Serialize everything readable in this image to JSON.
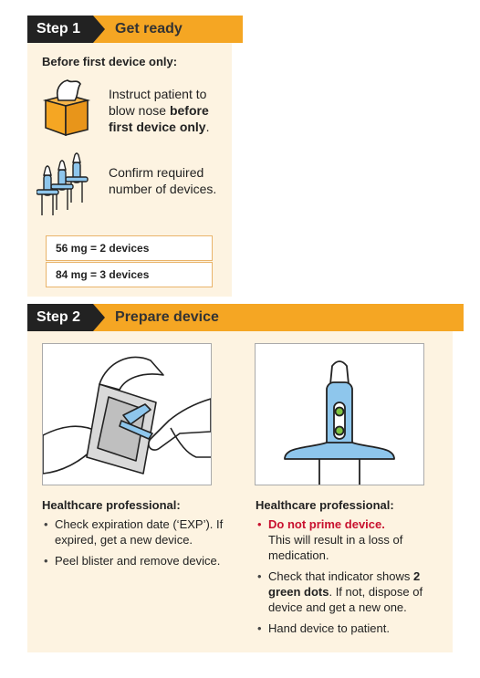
{
  "step1": {
    "badge": "Step 1",
    "title": "Get ready",
    "subhead": "Before first device only:",
    "instruction1": {
      "pre": "Instruct patient to blow nose ",
      "bold": "before first device only",
      "post": "."
    },
    "instruction2": "Confirm required number of devices.",
    "doses": [
      "56 mg = 2 devices",
      "84 mg = 3 devices"
    ]
  },
  "step2": {
    "badge": "Step 2",
    "title": "Prepare device",
    "left": {
      "subhead": "Healthcare professional:",
      "bullets": [
        "Check expiration date (‘EXP’). If expired, get a new device.",
        "Peel blister and remove device."
      ]
    },
    "right": {
      "subhead": "Healthcare professional:",
      "warn": {
        "bold": "Do not prime device.",
        "text": "This will result in a loss of medication."
      },
      "bullet2": {
        "pre": "Check that indicator shows ",
        "bold": "2 green dots",
        "post": ". If not, dispose of device and get a new one."
      },
      "bullet3": "Hand device to patient."
    }
  },
  "colors": {
    "accent": "#f5a623",
    "panel": "#fdf3e1",
    "device_blue": "#8ec6ec",
    "warning": "#c8102e",
    "indicator_green": "#7ec242"
  }
}
